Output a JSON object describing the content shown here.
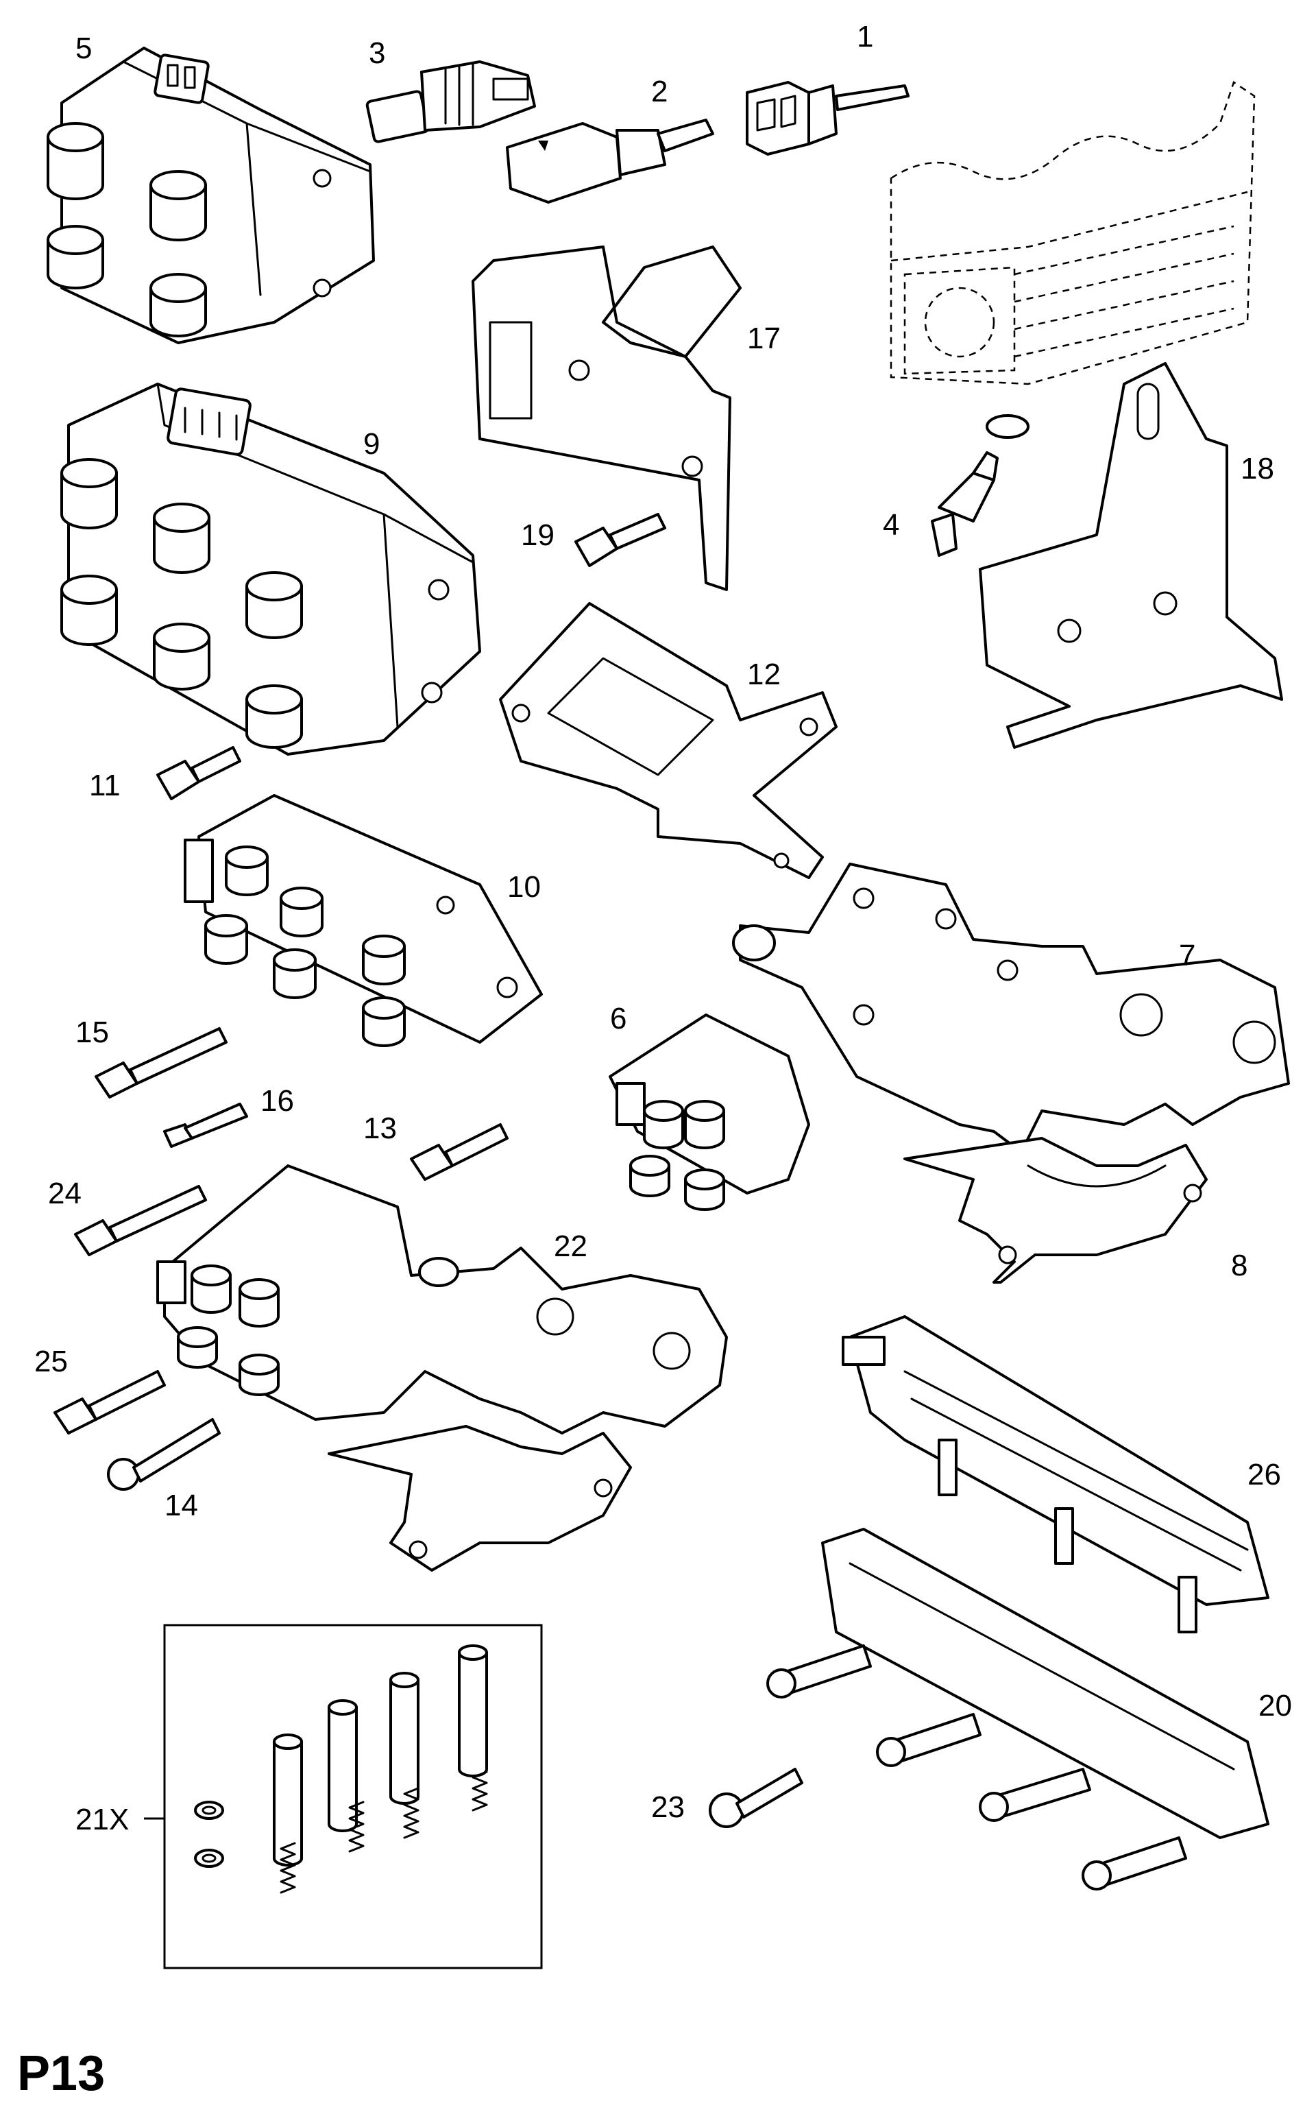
{
  "page_code": "P13",
  "callouts": {
    "c1": "1",
    "c2": "2",
    "c3": "3",
    "c4": "4",
    "c5": "5",
    "c6": "6",
    "c7": "7",
    "c8": "8",
    "c9": "9",
    "c10": "10",
    "c11": "11",
    "c12": "12",
    "c13": "13",
    "c14": "14",
    "c15": "15",
    "c16": "16",
    "c17": "17",
    "c18": "18",
    "c19": "19",
    "c20": "20",
    "c21x": "21X",
    "c22": "22",
    "c23": "23",
    "c24": "24",
    "c25": "25",
    "c26": "26"
  }
}
